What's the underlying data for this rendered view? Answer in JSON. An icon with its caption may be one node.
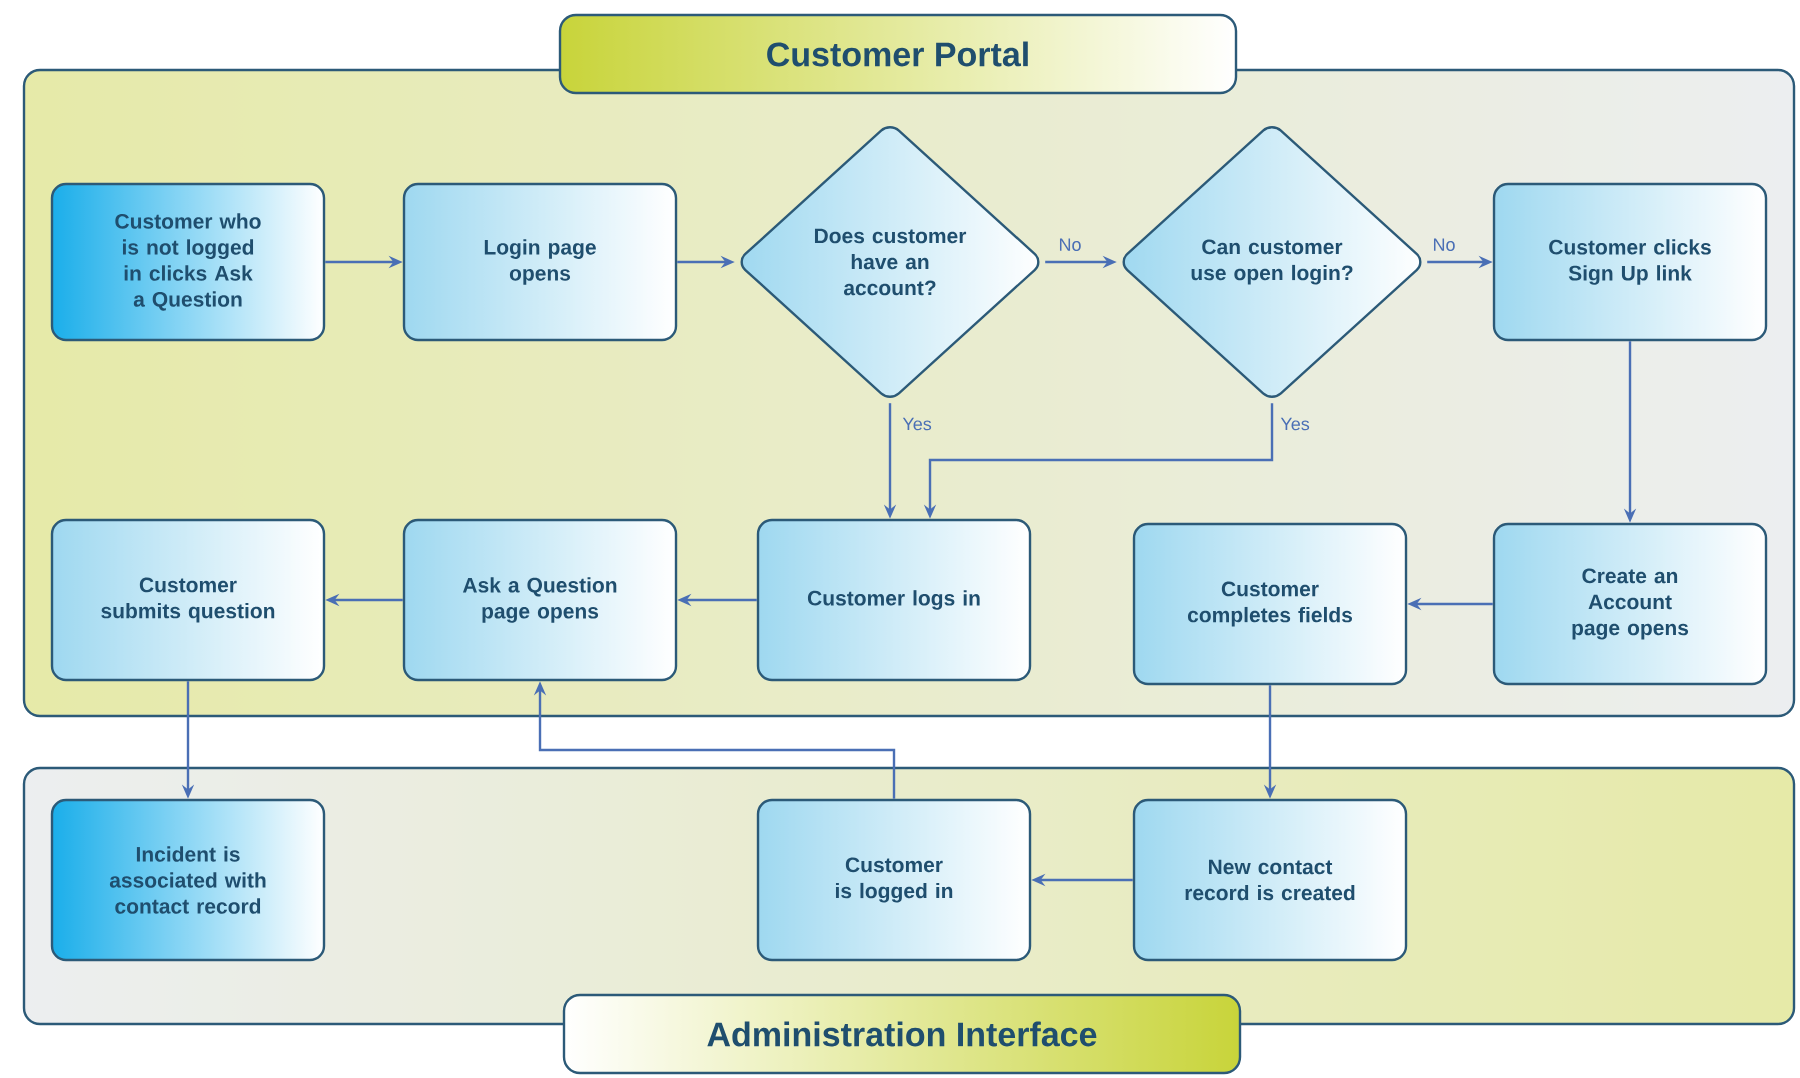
{
  "diagram": {
    "nodes": [
      {
        "text": [
          "Customer Portal"
        ]
      },
      {
        "text": [
          "Administration Interface"
        ]
      },
      {
        "text": [
          "Customer who is not logged in clicks Ask a Question"
        ],
        "in": 0
      },
      {
        "text": [
          "Login page opens"
        ],
        "in": 0
      },
      {
        "text": [
          "Does customer have an account?"
        ],
        "in": 0
      },
      {
        "text": [
          "Can customer use open login?"
        ],
        "in": 0
      },
      {
        "text": [
          "Customer clicks Sign Up link"
        ],
        "in": 0
      },
      {
        "text": [
          "Customer submits question"
        ],
        "in": 0
      },
      {
        "text": [
          "Ask a Question page opens"
        ],
        "in": 0
      },
      {
        "text": [
          "Customer logs in"
        ],
        "in": 0
      },
      {
        "text": [
          "Customer completes fields"
        ],
        "in": 0
      },
      {
        "text": [
          "Create an Account page opens"
        ],
        "in": 0
      },
      {
        "text": [
          "Incident is associated with contact record"
        ],
        "in": 1
      },
      {
        "text": [
          "Customer is logged in"
        ],
        "in": 1
      },
      {
        "text": [
          "New contact record is created"
        ],
        "in": 1
      }
    ],
    "edges": [
      {
        "from": 2,
        "to": 3,
        "arrow": "to"
      },
      {
        "from": 3,
        "to": 4,
        "arrow": "to"
      },
      {
        "from": 4,
        "to": 5,
        "arrow": "to",
        "label": "No"
      },
      {
        "from": 5,
        "to": 6,
        "arrow": "to",
        "label": "No"
      },
      {
        "from": 4,
        "to": 9,
        "arrow": "to",
        "label": "Yes"
      },
      {
        "from": 5,
        "to": 9,
        "arrow": "to",
        "label": "Yes"
      },
      {
        "from": 6,
        "to": 11,
        "arrow": "to"
      },
      {
        "from": 11,
        "to": 10,
        "arrow": "to"
      },
      {
        "from": 10,
        "to": 14,
        "arrow": "to"
      },
      {
        "from": 14,
        "to": 13,
        "arrow": "to"
      },
      {
        "from": 13,
        "to": 8,
        "arrow": "to"
      },
      {
        "from": 9,
        "to": 8,
        "arrow": "to"
      },
      {
        "from": 8,
        "to": 7,
        "arrow": "to"
      },
      {
        "from": 7,
        "to": 12,
        "arrow": "to"
      }
    ]
  }
}
